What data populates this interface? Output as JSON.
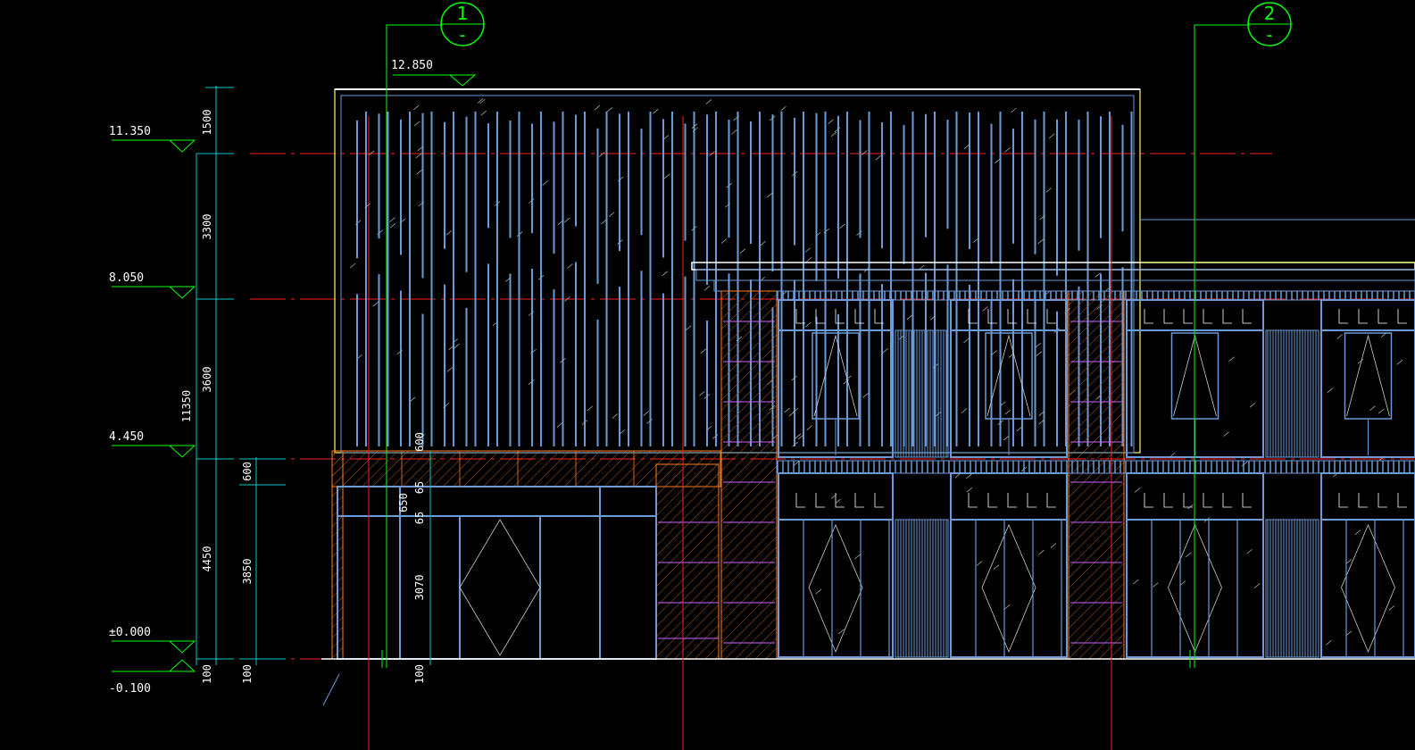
{
  "elevation_marks": [
    {
      "id": "roof",
      "label": "12.850"
    },
    {
      "id": "l3",
      "label": "11.350"
    },
    {
      "id": "l2",
      "label": "8.050"
    },
    {
      "id": "l1",
      "label": "4.450"
    },
    {
      "id": "ground",
      "label": "±0.000"
    },
    {
      "id": "below",
      "label": "-0.100"
    }
  ],
  "dimensions": {
    "d1500": "1500",
    "d3300": "3300",
    "d3600": "3600",
    "d11350": "11350",
    "d4450": "4450",
    "d600": "600",
    "d3850": "3850",
    "d100a": "100",
    "d100b": "100",
    "d100c": "100",
    "d600b": "600",
    "d65a": "65",
    "d650": "650",
    "d65b": "65",
    "d3070": "3070"
  },
  "axis_markers": [
    {
      "id": "axis-1",
      "number": "1",
      "sub": "-"
    },
    {
      "id": "axis-2",
      "number": "2",
      "sub": "-"
    }
  ],
  "colors": {
    "facade": "#6b9ad6",
    "wall": "#ffff66",
    "axis": "#00ff00",
    "gridline": "#ff2020",
    "hatch": "#ff7a1a",
    "magenta": "#c864ff",
    "dimension": "#00c8c8"
  }
}
